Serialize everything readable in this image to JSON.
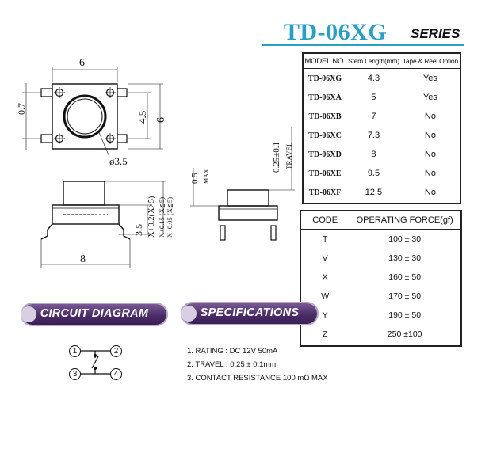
{
  "title": {
    "model": "TD-06XG",
    "series": "SERIES"
  },
  "model_table": {
    "headers": [
      "MODEL NO.",
      "Stem Length(mm)",
      "Tape & Reel Option"
    ],
    "rows": [
      [
        "TD-06XG",
        "4.3",
        "Yes"
      ],
      [
        "TD-06XA",
        "5",
        "Yes"
      ],
      [
        "TD-06XB",
        "7",
        "No"
      ],
      [
        "TD-06XC",
        "7.3",
        "No"
      ],
      [
        "TD-06XD",
        "8",
        "No"
      ],
      [
        "TD-06XE",
        "9.5",
        "No"
      ],
      [
        "TD-06XF",
        "12.5",
        "No"
      ]
    ]
  },
  "force_table": {
    "headers": [
      "CODE",
      "OPERATING FORCE(gf)"
    ],
    "rows": [
      [
        "T",
        "100 ± 30"
      ],
      [
        "V",
        "130 ± 30"
      ],
      [
        "X",
        "160 ± 50"
      ],
      [
        "W",
        "170 ± 50"
      ],
      [
        "Y",
        "190 ± 50"
      ],
      [
        "Z",
        "250 ±100"
      ]
    ]
  },
  "sections": {
    "circuit": "CIRCUIT DIAGRAM",
    "specifications": "SPECIFICATIONS"
  },
  "specifications": [
    "1. RATING : DC 12V  50mA",
    "2. TRAVEL :  0.25 ± 0.1mm",
    "3. CONTACT  RESISTANCE 100 mΩ MAX"
  ],
  "circuit": {
    "pins": [
      "1",
      "2",
      "3",
      "4"
    ]
  },
  "drawing_labels": {
    "top_width": "6",
    "top_height": "6",
    "pin_spacing": "4.5",
    "offset": "0.7",
    "stem_diameter": "ø3.5",
    "side_width": "8",
    "body_height": "3.5",
    "stem_tol_line1": "X+0.2(X>5)",
    "stem_tol_line2": "X+0.15 (X≦5)",
    "stem_tol_line3": "X−0.05 (X≦5)",
    "travel": "0.25±0.1",
    "travel_word": "TRAVEL",
    "max_gap": "0.5",
    "max_word": "MAX"
  }
}
